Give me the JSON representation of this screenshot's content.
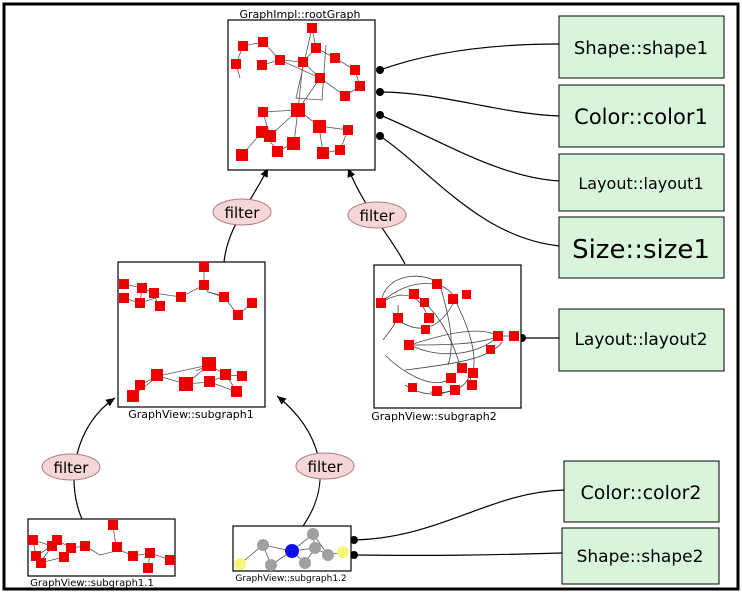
{
  "colors": {
    "node": "#ee0000",
    "property_fill": "#d8f5dc",
    "filter_fill": "#f5d6d6",
    "gray_node": "#a0a0a0",
    "blue_node": "#1010ee",
    "yellow_node": "#f5f57a"
  },
  "graphs": {
    "root": "GraphImpl::rootGraph",
    "subgraph1": "GraphView::subgraph1",
    "subgraph2": "GraphView::subgraph2",
    "subgraph11": "GraphView::subgraph1.1",
    "subgraph12": "GraphView::subgraph1.2"
  },
  "filters": {
    "label": "filter"
  },
  "properties": {
    "shape1": "Shape::shape1",
    "color1": "Color::color1",
    "layout1": "Layout::layout1",
    "size1": "Size::size1",
    "layout2": "Layout::layout2",
    "color2": "Color::color2",
    "shape2": "Shape::shape2"
  }
}
